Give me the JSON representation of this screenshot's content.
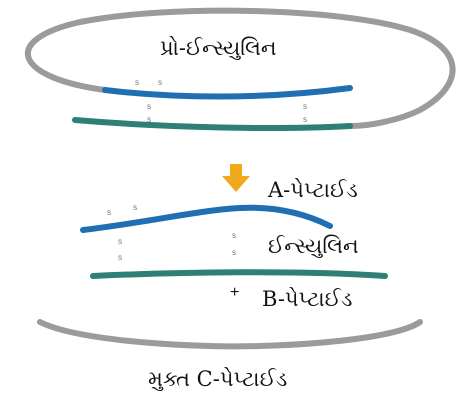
{
  "labels": {
    "proinsulin": "પ્રો-ઈન્સ્યુલિન",
    "a_peptide": "A-પેપ્ટાઈડ",
    "insulin": "ઈન્સ્યુલિન",
    "plus": "+",
    "b_peptide": "B-પેપ્ટાઈડ",
    "free_c_peptide": "મુક્ત C-પેપ્ટાઈડ"
  },
  "bond_letter": "S",
  "colors": {
    "a_chain": "#1f6fb2",
    "b_chain": "#2e7f74",
    "c_peptide": "#9b9b9b",
    "arrow": "#f0a81c"
  }
}
